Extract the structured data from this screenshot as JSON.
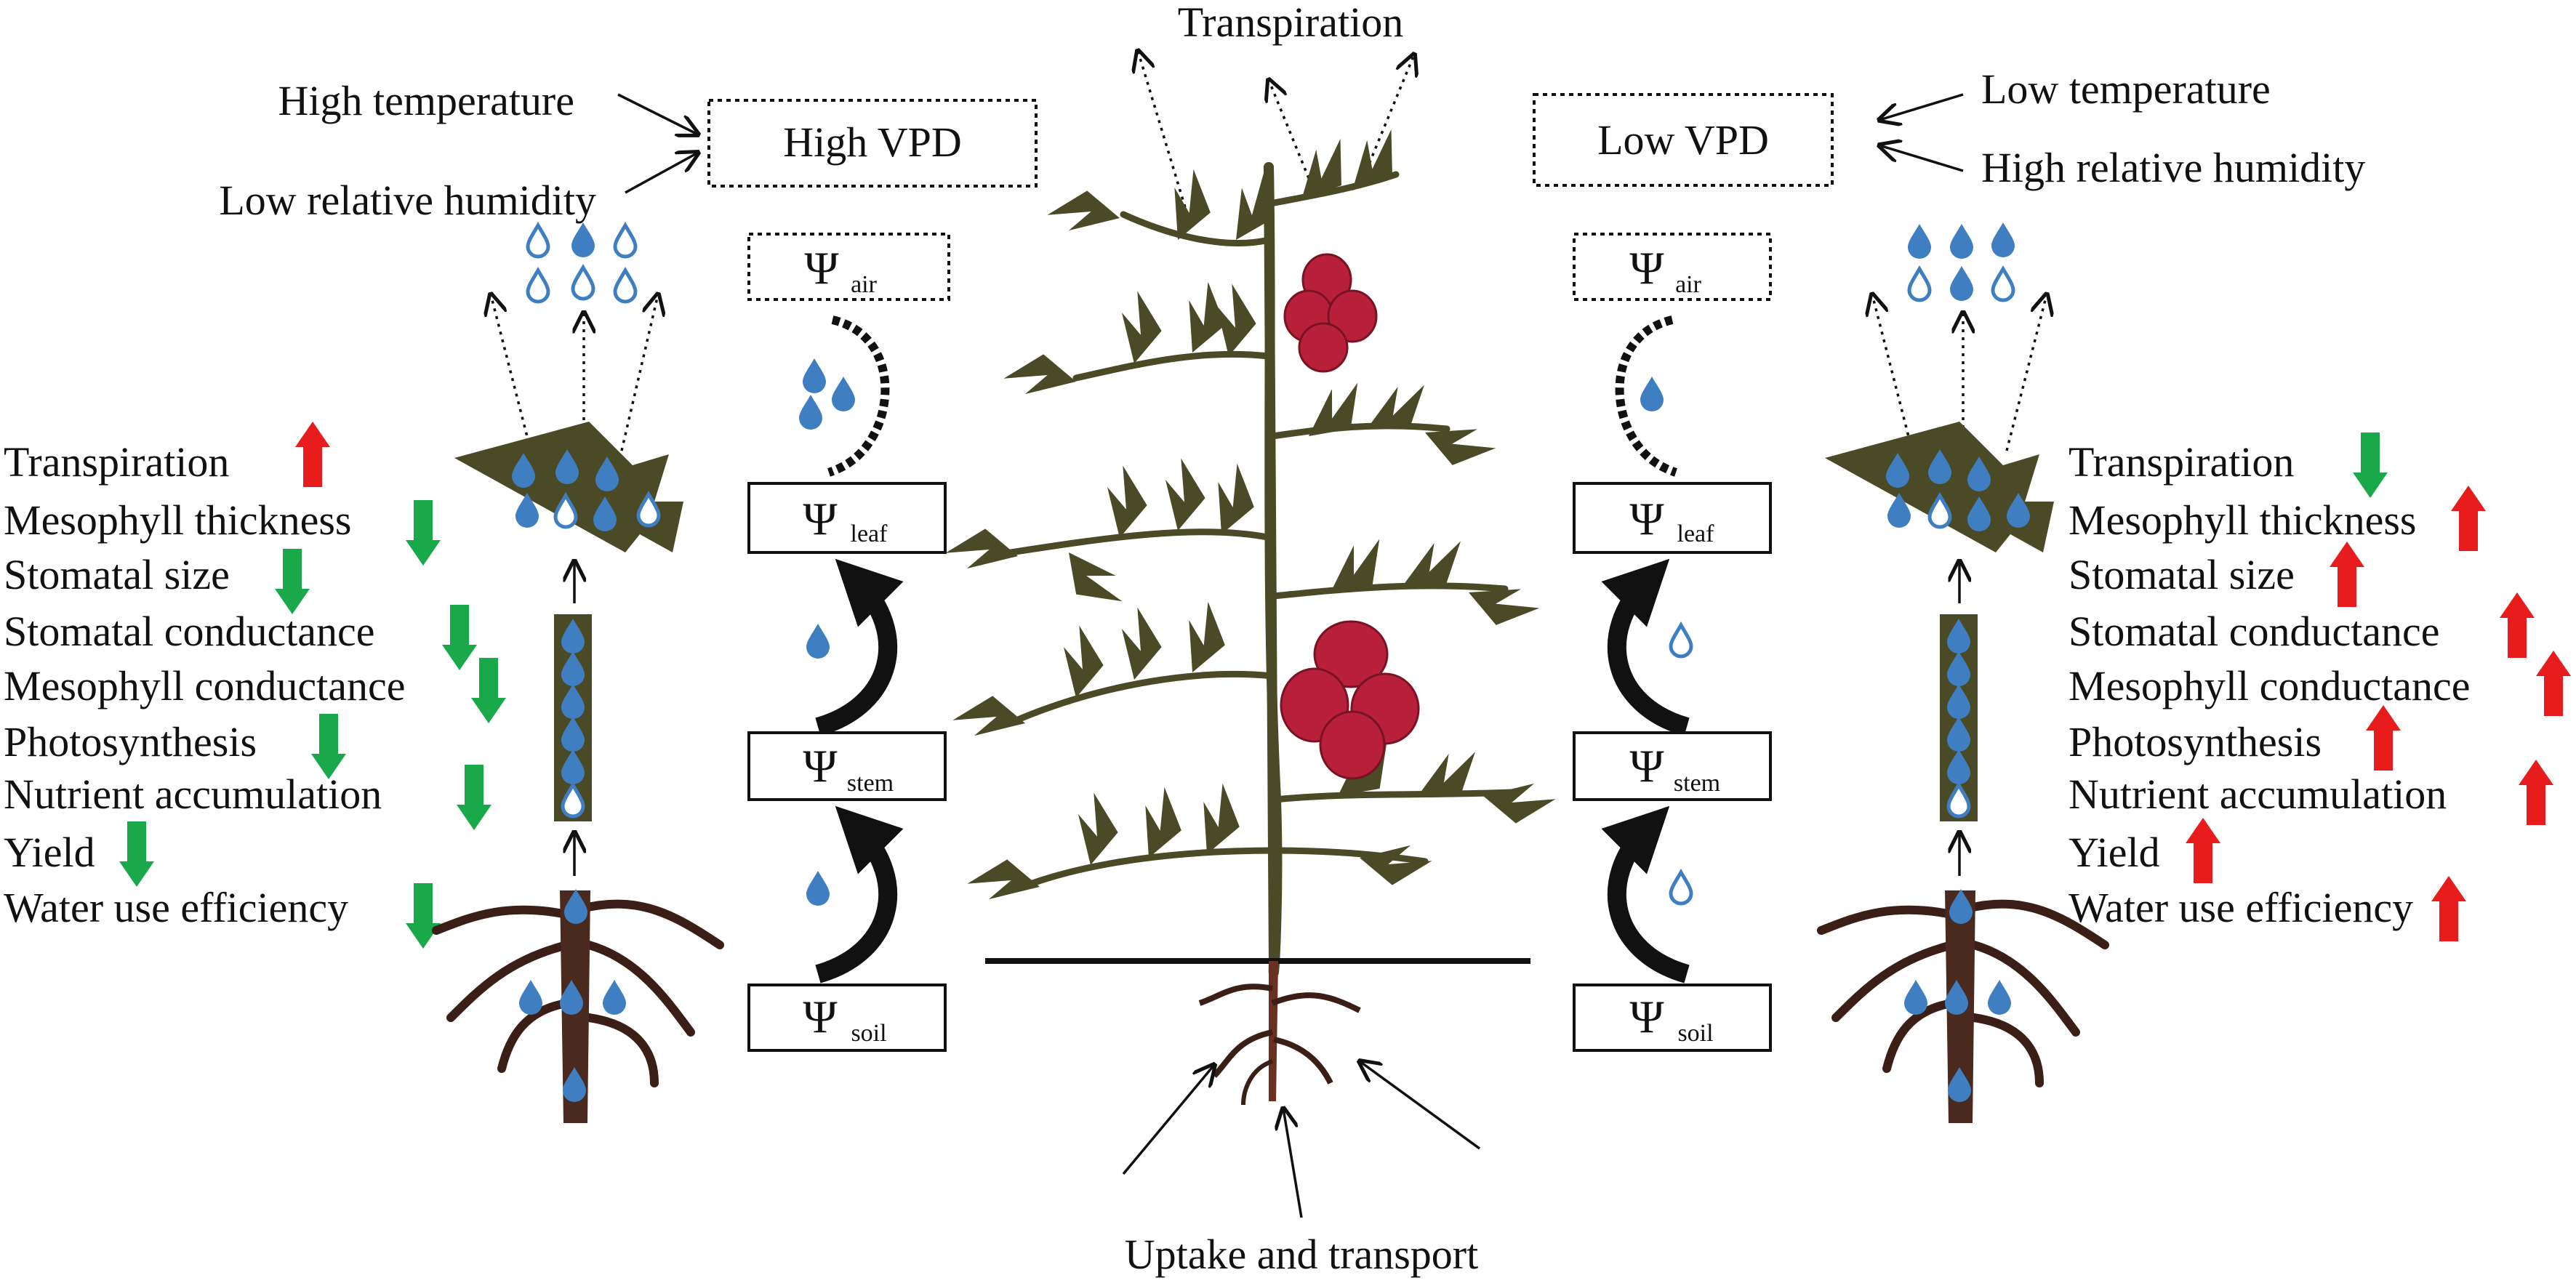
{
  "labels": {
    "transpiration_top": "Transpiration",
    "uptake": "Uptake and transport"
  },
  "left": {
    "vpd_label": "High VPD",
    "causes": [
      "High temperature",
      "Low relative humidity"
    ],
    "effects": [
      {
        "text": "Transpiration",
        "dir": "up"
      },
      {
        "text": "Mesophyll thickness",
        "dir": "down"
      },
      {
        "text": "Stomatal size",
        "dir": "down"
      },
      {
        "text": "Stomatal conductance",
        "dir": "down"
      },
      {
        "text": "Mesophyll conductance",
        "dir": "down"
      },
      {
        "text": "Photosynthesis",
        "dir": "down"
      },
      {
        "text": "Nutrient accumulation",
        "dir": "down"
      },
      {
        "text": "Yield",
        "dir": "down"
      },
      {
        "text": "Water use efficiency",
        "dir": "down"
      }
    ]
  },
  "right": {
    "vpd_label": "Low VPD",
    "causes": [
      "Low temperature",
      "High relative humidity"
    ],
    "effects": [
      {
        "text": "Transpiration",
        "dir": "down"
      },
      {
        "text": "Mesophyll thickness",
        "dir": "up"
      },
      {
        "text": "Stomatal size",
        "dir": "up"
      },
      {
        "text": "Stomatal conductance",
        "dir": "up"
      },
      {
        "text": "Mesophyll conductance",
        "dir": "up"
      },
      {
        "text": "Photosynthesis",
        "dir": "up"
      },
      {
        "text": "Nutrient accumulation",
        "dir": "up"
      },
      {
        "text": "Yield",
        "dir": "up"
      },
      {
        "text": "Water use efficiency",
        "dir": "up"
      }
    ]
  },
  "psi": {
    "symbol": "Ψ",
    "air": "air",
    "leaf": "leaf",
    "stem": "stem",
    "soil": "soil"
  },
  "colors": {
    "increase": "#e81c1c",
    "decrease": "#19a84a",
    "water": "#3f7fc1",
    "plant": "#4a4a26",
    "fruit": "#b8203a",
    "root": "#4a2a1e"
  }
}
